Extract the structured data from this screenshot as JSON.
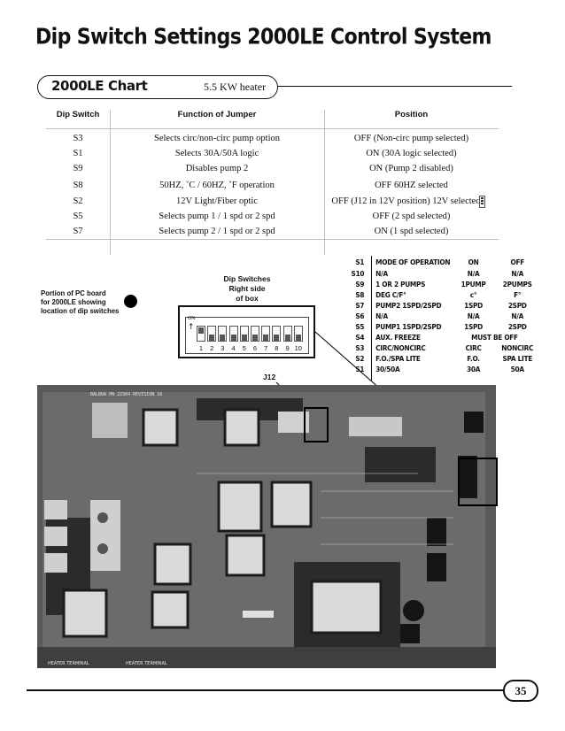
{
  "page": {
    "title": "Dip Switch Settings 2000LE Control System",
    "number": "35"
  },
  "chart": {
    "label": "2000LE Chart",
    "heater": "5.5 KW heater"
  },
  "table": {
    "headers": [
      "Dip Switch",
      "Function of Jumper",
      "Position"
    ],
    "rows": [
      {
        "switch": "S3",
        "function": "Selects circ/non-circ pump option",
        "position": "OFF (Non-circ pump selected)"
      },
      {
        "switch": "S1",
        "function": "Selects 30A/50A logic",
        "position": "ON (30A logic selected)"
      },
      {
        "switch": "S9",
        "function": "Disables pump 2",
        "position": "ON (Pump 2 disabled)"
      },
      {
        "switch": "S8",
        "function": "50HZ, ˚C / 60HZ, ˚F operation",
        "position": "OFF 60HZ selected"
      },
      {
        "switch": "S2",
        "function": "12V Light/Fiber optic",
        "position": "OFF (J12 in 12V position) 12V selected"
      },
      {
        "switch": "S5",
        "function": "Selects pump 1 / 1 spd or 2 spd",
        "position": "OFF (2 spd selected)"
      },
      {
        "switch": "S7",
        "function": "Selects pump 2 / 1 spd or 2 spd",
        "position": "ON (1 spd selected)"
      }
    ]
  },
  "dip_legend": {
    "header": [
      "Dip Switches",
      "Right side",
      "of box"
    ],
    "on_label": "ON",
    "numbers": [
      "1",
      "2",
      "3",
      "4",
      "5",
      "6",
      "7",
      "8",
      "9",
      "10"
    ]
  },
  "portion_note": [
    "Portion of PC board",
    "for 2000LE showing",
    "location of dip switches"
  ],
  "mode_table": {
    "header": {
      "sw": "S1",
      "mode": "MODE OF OPERATION",
      "on": "ON",
      "off": "OFF"
    },
    "rows": [
      {
        "sw": "S10",
        "mode": "N/A",
        "on": "N/A",
        "off": "N/A"
      },
      {
        "sw": "S9",
        "mode": "1 OR 2 PUMPS",
        "on": "1PUMP",
        "off": "2PUMPS"
      },
      {
        "sw": "S8",
        "mode": "DEG C/F°",
        "on": "c°",
        "off": "F°"
      },
      {
        "sw": "S7",
        "mode": "PUMP2  1SPD/2SPD",
        "on": "1SPD",
        "off": "2SPD"
      },
      {
        "sw": "S6",
        "mode": "N/A",
        "on": "N/A",
        "off": "N/A"
      },
      {
        "sw": "S5",
        "mode": "PUMP1  1SPD/2SPD",
        "on": "1SPD",
        "off": "2SPD"
      },
      {
        "sw": "S4",
        "mode": "AUX. FREEZE",
        "span": "MUST BE OFF"
      },
      {
        "sw": "S3",
        "mode": "CIRC/NONCIRC",
        "on": "CIRC",
        "off": "NONCIRC"
      },
      {
        "sw": "S2",
        "mode": "F.O./SPA LITE",
        "on": "F.O.",
        "off": "SPA LITE"
      },
      {
        "sw": "S1",
        "mode": "30/50A",
        "on": "30A",
        "off": "50A"
      }
    ]
  },
  "labels": {
    "j12": "J12"
  },
  "board": {
    "silk_top": "BALBOA PN 22304 REVISION 16",
    "silk_heater_terminal": "HEATER TERMINAL",
    "silk_heater": "HEATER TERMINAL"
  }
}
